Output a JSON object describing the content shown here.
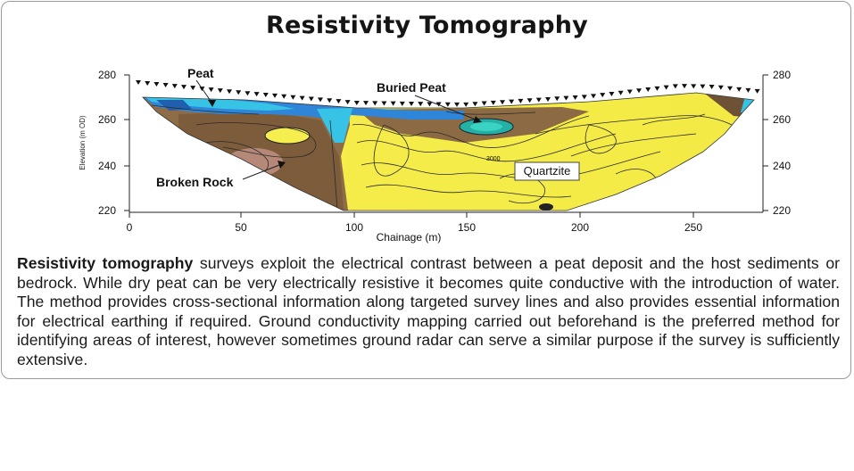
{
  "title": "Resistivity Tomography",
  "section": {
    "y_axis_label": "Elevation (m OD)",
    "x_axis_label": "Chainage (m)",
    "x_ticks": [
      "0",
      "50",
      "100",
      "150",
      "200",
      "250"
    ],
    "y_ticks": [
      "280",
      "260",
      "240",
      "220"
    ],
    "callouts": {
      "peat": "Peat",
      "buried_peat": "Buried Peat",
      "broken_rock": "Broken Rock",
      "quartzite": "Quartzite"
    },
    "contour_label": "3000",
    "colors": {
      "conductive_peat": "#2f86d8",
      "cyan": "#37c3e6",
      "teal": "#25b0a6",
      "broken_rock": "#8a6a45",
      "quartzite": "#f4ec4a"
    }
  },
  "description": {
    "lead": "Resistivity tomography",
    "body": " surveys exploit the electrical contrast between a peat deposit and the host sediments or bedrock. While dry peat can be very electrically resistive it becomes quite conductive with the introduction of water. The method provides cross-sectional information along targeted survey lines and also provides essential information for electrical earthing if required. Ground conductivity mapping carried out beforehand is the preferred method for identifying areas of interest, however sometimes ground radar can serve a similar purpose if the survey is sufficiently extensive."
  }
}
